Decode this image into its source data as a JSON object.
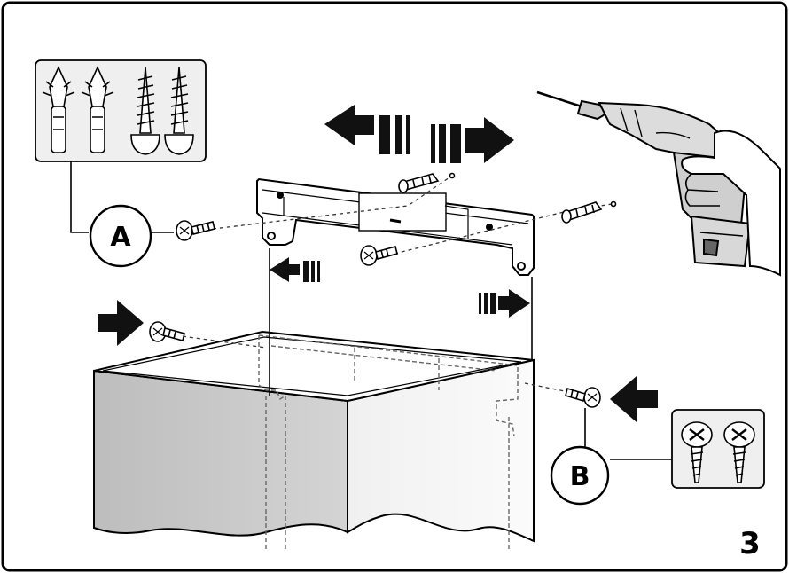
{
  "diagram": {
    "step_number": "3",
    "callouts": [
      {
        "id": "A",
        "label": "A",
        "hardware": [
          "wall-plug-icon",
          "wall-plug-icon",
          "wood-screw-icon",
          "wood-screw-icon"
        ]
      },
      {
        "id": "B",
        "label": "B",
        "hardware": [
          "pan-head-screw-icon",
          "pan-head-screw-icon"
        ]
      }
    ],
    "colors": {
      "stroke": "#000000",
      "cabinet_front": "#c8c8c8",
      "cabinet_side": "#ececec",
      "inset_box": "#efefef",
      "arrow": "#111111"
    }
  }
}
